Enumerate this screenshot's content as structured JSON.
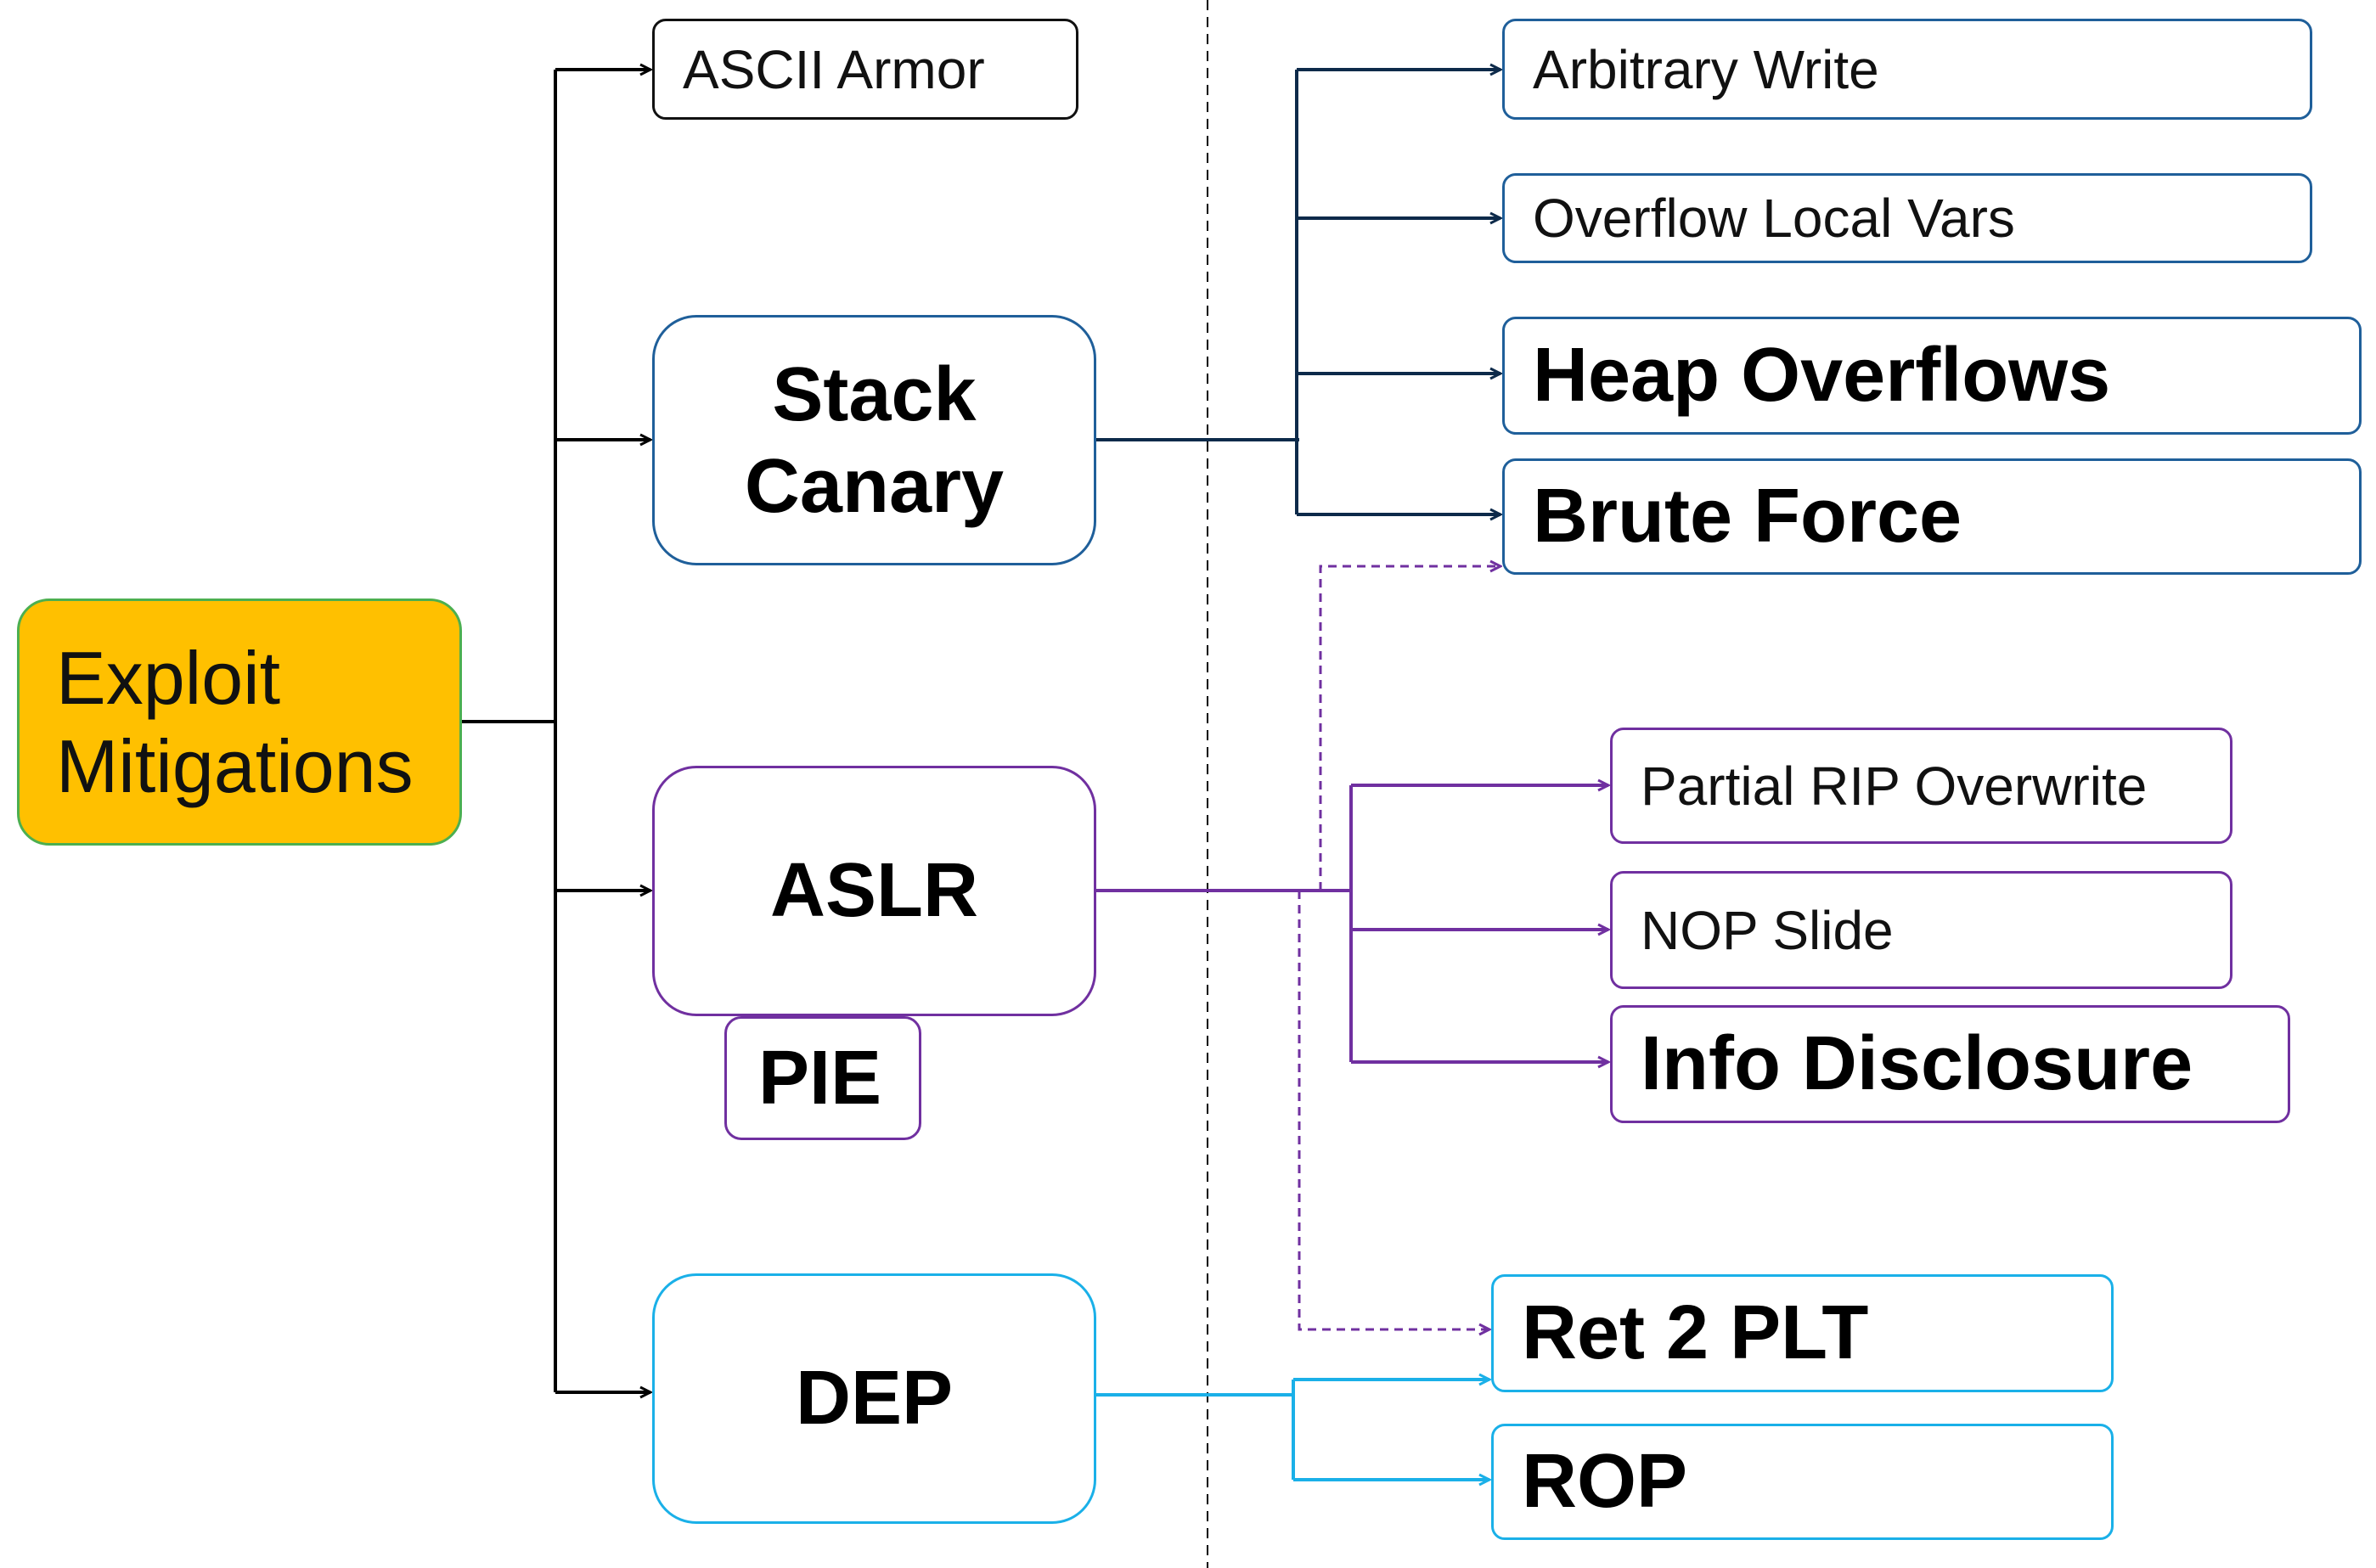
{
  "nodes": {
    "root": {
      "line1": "Exploit",
      "line2": "Mitigations"
    },
    "ascii_armor": "ASCII Armor",
    "stack_canary": {
      "line1": "Stack",
      "line2": "Canary"
    },
    "aslr": "ASLR",
    "pie": "PIE",
    "dep": "DEP",
    "arbitrary_write": "Arbitrary Write",
    "overflow_local_vars": "Overflow Local Vars",
    "heap_overflows": "Heap Overflows",
    "brute_force": "Brute Force",
    "partial_rip_overwrite": "Partial RIP Overwrite",
    "nop_slide": "NOP Slide",
    "info_disclosure": "Info Disclosure",
    "ret2plt": "Ret 2 PLT",
    "rop": "ROP"
  },
  "colors": {
    "root_fill": "#ffc000",
    "root_border": "#4caf50",
    "stack_canary": "#1f5f9a",
    "stack_canary_connector": "#0d2a4a",
    "aslr": "#7030a0",
    "dep": "#1ab0e8",
    "connector_main": "#000000"
  },
  "edges": [
    {
      "from": "root",
      "to": "ascii_armor",
      "style": "solid"
    },
    {
      "from": "root",
      "to": "stack_canary",
      "style": "solid"
    },
    {
      "from": "root",
      "to": "aslr",
      "style": "solid"
    },
    {
      "from": "root",
      "to": "dep",
      "style": "solid"
    },
    {
      "from": "stack_canary",
      "to": "arbitrary_write",
      "style": "solid"
    },
    {
      "from": "stack_canary",
      "to": "overflow_local_vars",
      "style": "solid"
    },
    {
      "from": "stack_canary",
      "to": "heap_overflows",
      "style": "solid"
    },
    {
      "from": "stack_canary",
      "to": "brute_force",
      "style": "solid"
    },
    {
      "from": "aslr",
      "to": "partial_rip_overwrite",
      "style": "solid"
    },
    {
      "from": "aslr",
      "to": "nop_slide",
      "style": "solid"
    },
    {
      "from": "aslr",
      "to": "info_disclosure",
      "style": "solid"
    },
    {
      "from": "aslr",
      "to": "brute_force",
      "style": "dashed"
    },
    {
      "from": "aslr",
      "to": "ret2plt",
      "style": "dashed"
    },
    {
      "from": "dep",
      "to": "ret2plt",
      "style": "solid"
    },
    {
      "from": "dep",
      "to": "rop",
      "style": "solid"
    }
  ]
}
